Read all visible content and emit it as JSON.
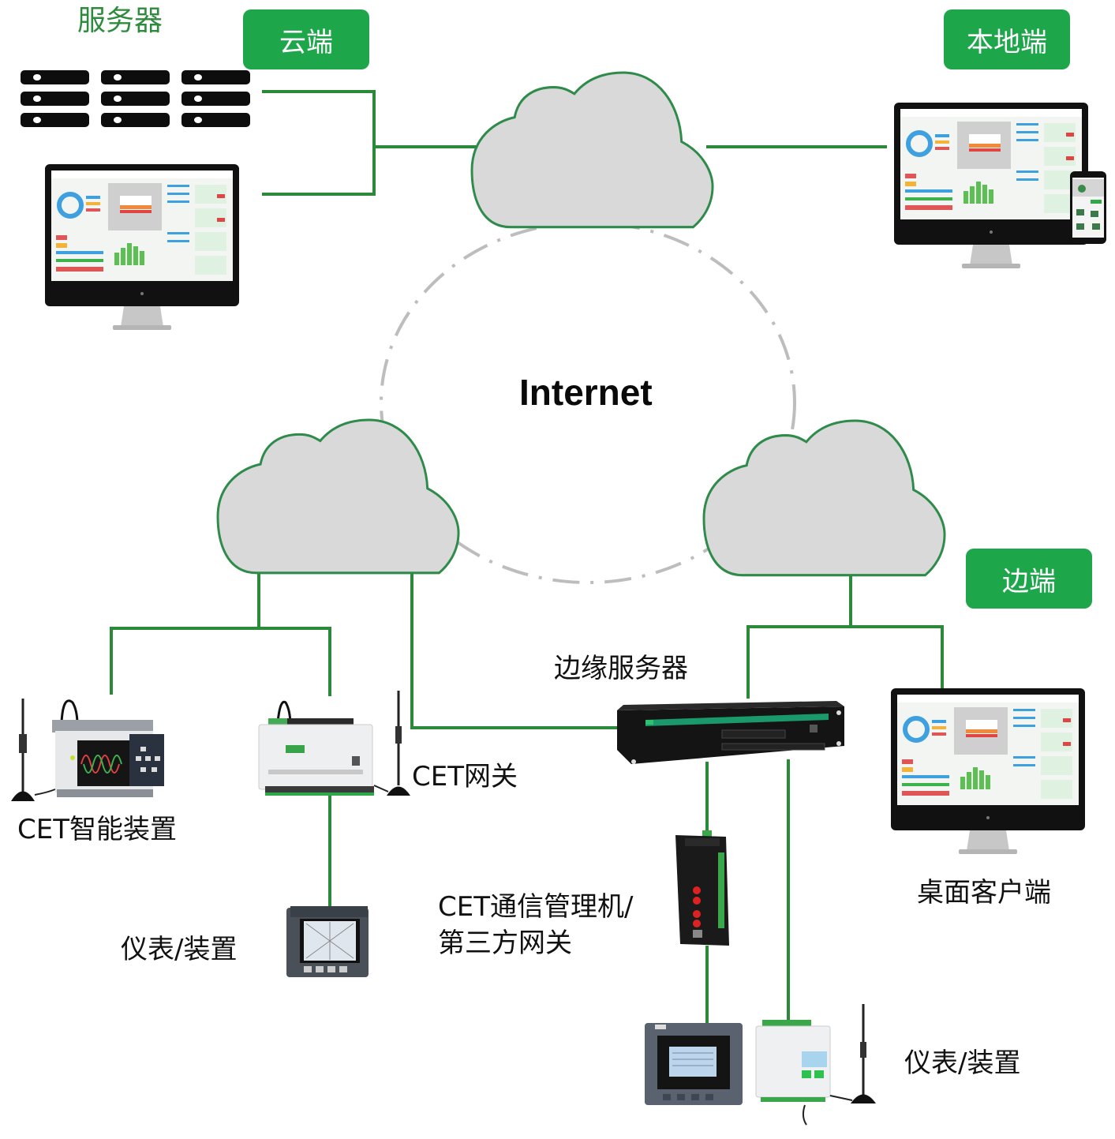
{
  "colors": {
    "line_green": "#2a8a3a",
    "badge_green": "#1ea64a",
    "cloud_fill": "#d9d9d9",
    "cloud_stroke": "#2e8b4a",
    "dash_ring": "#bdbdbd",
    "server_label_green": "#2e8b3e"
  },
  "badges": {
    "cloud": "云端",
    "local": "本地端",
    "edge": "边端"
  },
  "labels": {
    "servers": "服务器",
    "internet": "Internet",
    "edge_server": "边缘服务器",
    "cet_gateway": "CET网关",
    "cet_smart_device": "CET智能装置",
    "meter_device_left": "仪表/装置",
    "comm_manager_line1": "CET通信管理机/",
    "comm_manager_line2": "第三方网关",
    "desktop_client": "桌面客户端",
    "meter_device_right": "仪表/装置"
  },
  "nodes": [
    {
      "id": "server-rack",
      "icon": "server-stack-icon"
    },
    {
      "id": "cloud-monitor",
      "icon": "monitor-dashboard-icon"
    },
    {
      "id": "cloud-top",
      "icon": "cloud-icon"
    },
    {
      "id": "local-monitor",
      "icon": "monitor-dashboard-icon"
    },
    {
      "id": "local-phone",
      "icon": "smartphone-icon"
    },
    {
      "id": "cloud-left",
      "icon": "cloud-icon"
    },
    {
      "id": "cloud-right",
      "icon": "cloud-icon"
    },
    {
      "id": "cet-smart-device",
      "icon": "din-rail-device-icon"
    },
    {
      "id": "cet-gateway",
      "icon": "gateway-device-icon"
    },
    {
      "id": "panel-meter-left",
      "icon": "panel-meter-icon"
    },
    {
      "id": "edge-server",
      "icon": "rack-server-icon"
    },
    {
      "id": "comm-manager",
      "icon": "comm-manager-icon"
    },
    {
      "id": "desktop-client-monitor",
      "icon": "monitor-dashboard-icon"
    },
    {
      "id": "panel-meter-right",
      "icon": "panel-meter-icon"
    },
    {
      "id": "din-meter-right",
      "icon": "din-rail-meter-icon"
    }
  ]
}
